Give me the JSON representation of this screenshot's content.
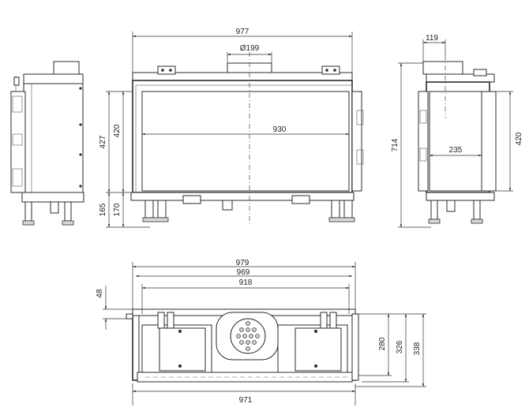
{
  "front_view": {
    "width_overall": "977",
    "flue_diameter": "Ø199",
    "glass_width": "930",
    "height_upper": "427",
    "height_glass": "420",
    "height_base_a": "165",
    "height_base_b": "170"
  },
  "side_view": {
    "flue_offset": "119",
    "total_height": "714",
    "glass_height": "420",
    "depth_inner": "235"
  },
  "top_view": {
    "width_a": "979",
    "width_b": "969",
    "width_c": "918",
    "front_depth": "48",
    "depth_a": "280",
    "depth_b": "326",
    "depth_c": "338",
    "width_bottom": "971"
  }
}
